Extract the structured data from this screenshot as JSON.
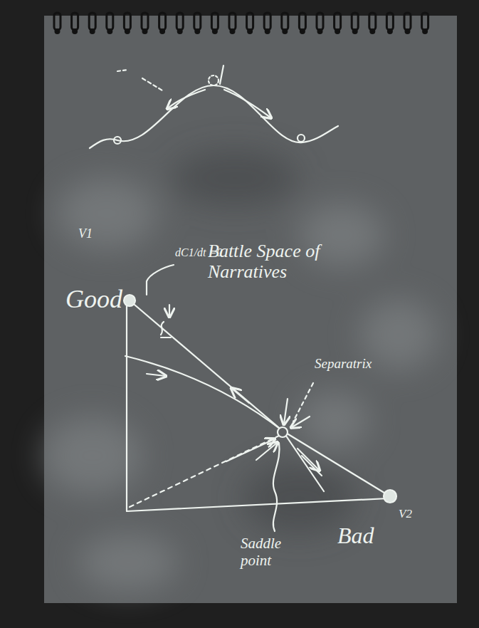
{
  "diagram": {
    "labels": [
      "V1",
      "Good",
      "dC1/dt =0",
      "Battle Space of Narratives",
      "Separatrix",
      "Saddle point",
      "Bad",
      "V2"
    ]
  }
}
